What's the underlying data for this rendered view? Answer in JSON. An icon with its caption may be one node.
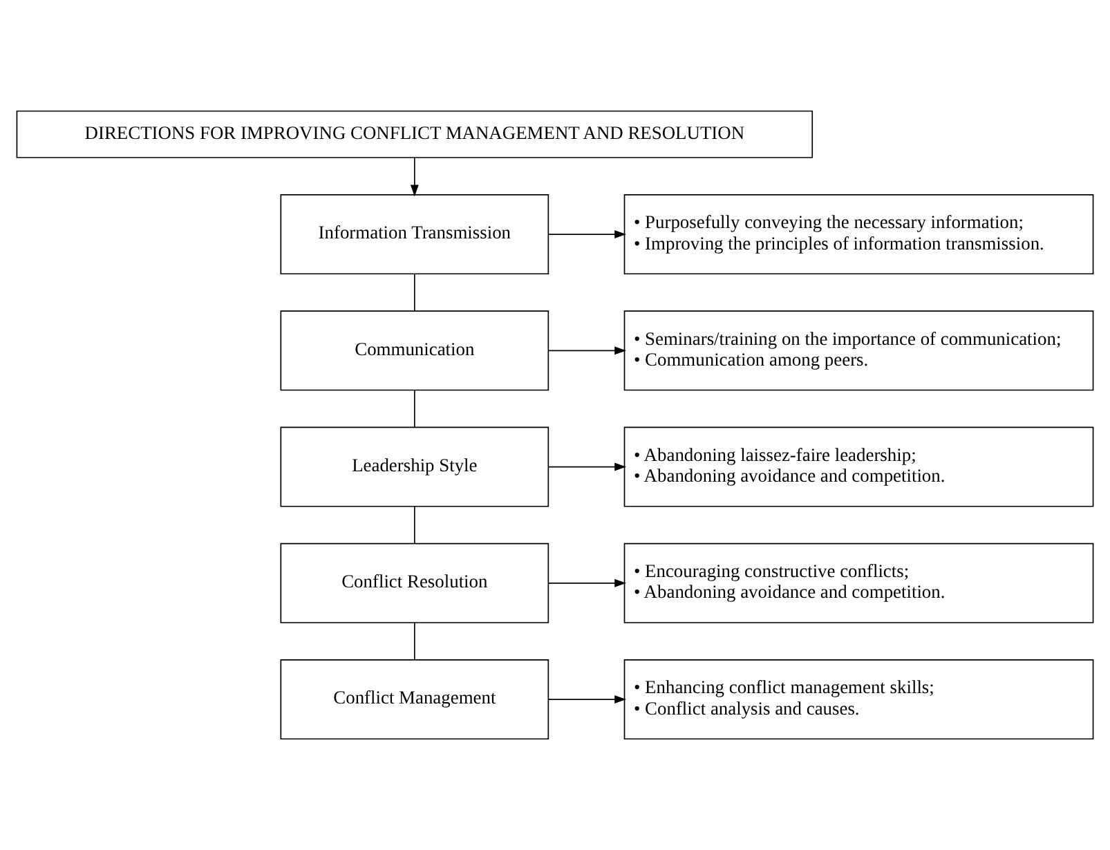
{
  "diagram": {
    "nodes": [
      {
        "text": [
          "DIRECTIONS FOR IMPROVING CONFLICT MANAGEMENT AND RESOLUTION"
        ]
      },
      {
        "text": [
          "Information Transmission"
        ]
      },
      {
        "text": [
          "• Purposefully conveying the necessary information;",
          "• Improving the principles of information transmission."
        ]
      },
      {
        "text": [
          "Communication"
        ]
      },
      {
        "text": [
          "• Seminars/training on the importance of communication;",
          "• Communication among peers."
        ]
      },
      {
        "text": [
          "Leadership Style"
        ]
      },
      {
        "text": [
          "• Abandoning laissez-faire leadership;",
          "• Abandoning avoidance and competition."
        ]
      },
      {
        "text": [
          "Conflict Resolution"
        ]
      },
      {
        "text": [
          "• Encouraging constructive conflicts;",
          "• Abandoning avoidance and competition."
        ]
      },
      {
        "text": [
          "Conflict Management"
        ]
      },
      {
        "text": [
          "• Enhancing conflict management skills;",
          "• Conflict analysis and causes."
        ]
      }
    ],
    "edges": [
      {
        "from": 0,
        "to": 1,
        "arrow": "to"
      },
      {
        "from": 1,
        "to": 2,
        "arrow": "to"
      },
      {
        "from": 1,
        "to": 3,
        "arrow": "none"
      },
      {
        "from": 3,
        "to": 4,
        "arrow": "to"
      },
      {
        "from": 3,
        "to": 5,
        "arrow": "none"
      },
      {
        "from": 5,
        "to": 6,
        "arrow": "to"
      },
      {
        "from": 5,
        "to": 7,
        "arrow": "none"
      },
      {
        "from": 7,
        "to": 8,
        "arrow": "to"
      },
      {
        "from": 7,
        "to": 9,
        "arrow": "none"
      },
      {
        "from": 9,
        "to": 10,
        "arrow": "to"
      }
    ]
  }
}
